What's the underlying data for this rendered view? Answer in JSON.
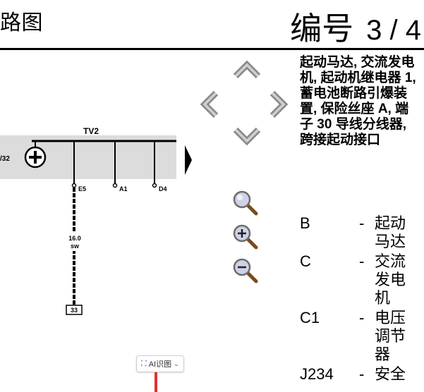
{
  "header": {
    "left_title": "路图",
    "right_label": "编号",
    "page_indicator": "3 / 4"
  },
  "diagram": {
    "bus_label": "TV2",
    "left_ref": "/32",
    "pins": [
      "E5",
      "A1",
      "D4"
    ],
    "wire_size": "16.0",
    "wire_color": "sw",
    "terminal_label": "33"
  },
  "controls": {
    "up": "chevron-up",
    "left": "chevron-left",
    "right": "chevron-right",
    "down": "chevron-down",
    "zoom_fit": "magnifier",
    "zoom_in": "zoom-in",
    "zoom_out": "zoom-out"
  },
  "description": {
    "title": "起动马达, 交流发电机, 起动机继电器 1, 蓄电池断路引爆装置, 保险丝座 A, 端子 30 导线分线器, 跨接起动接口"
  },
  "legend": [
    {
      "code": "B",
      "dash": "-",
      "text": "起动马达"
    },
    {
      "code": "C",
      "dash": "-",
      "text": "交流发电机"
    },
    {
      "code": "C1",
      "dash": "-",
      "text": "电压调节器"
    },
    {
      "code": "J234",
      "dash": "-",
      "text": "安全"
    }
  ],
  "ai_chip": {
    "label": "AI识图"
  },
  "colors": {
    "accent_red": "#e03131",
    "ai_blue": "#3b6fd8"
  }
}
